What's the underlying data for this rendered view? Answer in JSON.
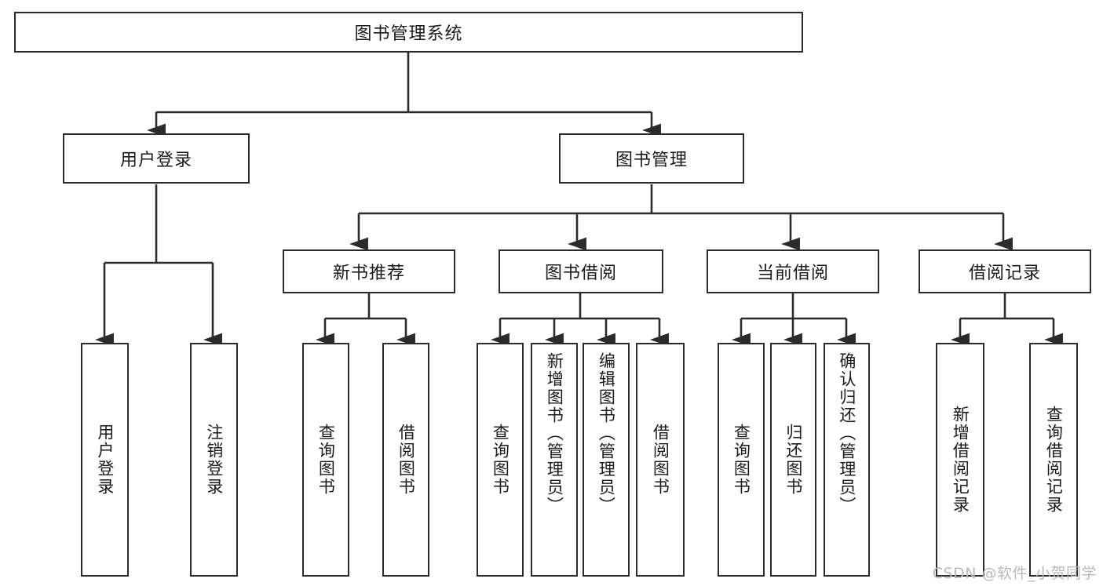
{
  "diagram": {
    "type": "tree",
    "title": "图书管理系统",
    "watermark": "CSDN @软件_小贺同学",
    "colors": {
      "box_border": "#2b2b2b",
      "box_fill": "#ffffff",
      "connector": "#2b2b2b",
      "text": "#1a1a1a",
      "watermark": "#b9b9b9"
    },
    "root": {
      "label": "图书管理系统"
    },
    "level2": [
      {
        "label": "用户登录"
      },
      {
        "label": "图书管理"
      }
    ],
    "level3": [
      {
        "label": "新书推荐"
      },
      {
        "label": "图书借阅"
      },
      {
        "label": "当前借阅"
      },
      {
        "label": "借阅记录"
      }
    ],
    "leaves": {
      "user_login": [
        {
          "label": "用户登录"
        },
        {
          "label": "注销登录"
        }
      ],
      "new_book_recommend": [
        {
          "label": "查询图书"
        },
        {
          "label": "借阅图书"
        }
      ],
      "book_borrow": [
        {
          "label": "查询图书"
        },
        {
          "label": "新增图书（管理员）"
        },
        {
          "label": "编辑图书（管理员）"
        },
        {
          "label": "借阅图书"
        }
      ],
      "current_borrow": [
        {
          "label": "查询图书"
        },
        {
          "label": "归还图书"
        },
        {
          "label": "确认归还（管理员）"
        }
      ],
      "borrow_record": [
        {
          "label": "新增借阅记录"
        },
        {
          "label": "查询借阅记录"
        }
      ]
    }
  }
}
